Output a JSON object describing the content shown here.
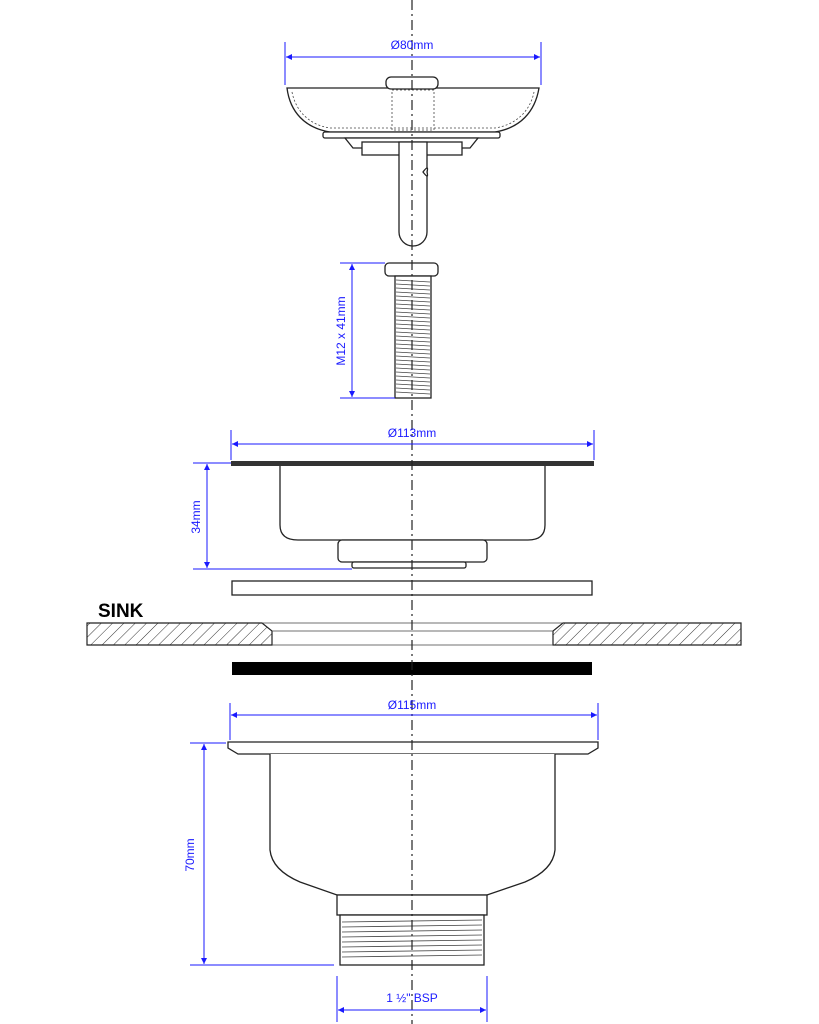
{
  "labels": {
    "basket_diameter": "Ø80mm",
    "bolt_size": "M12 x 41mm",
    "flange_diameter": "Ø113mm",
    "flange_height": "34mm",
    "sink": "SINK",
    "body_diameter": "Ø115mm",
    "body_height": "70mm",
    "thread": "1 ½\" BSP"
  },
  "colors": {
    "dimension": "#1a1aff",
    "outline": "#222222",
    "gasket": "#000000"
  }
}
